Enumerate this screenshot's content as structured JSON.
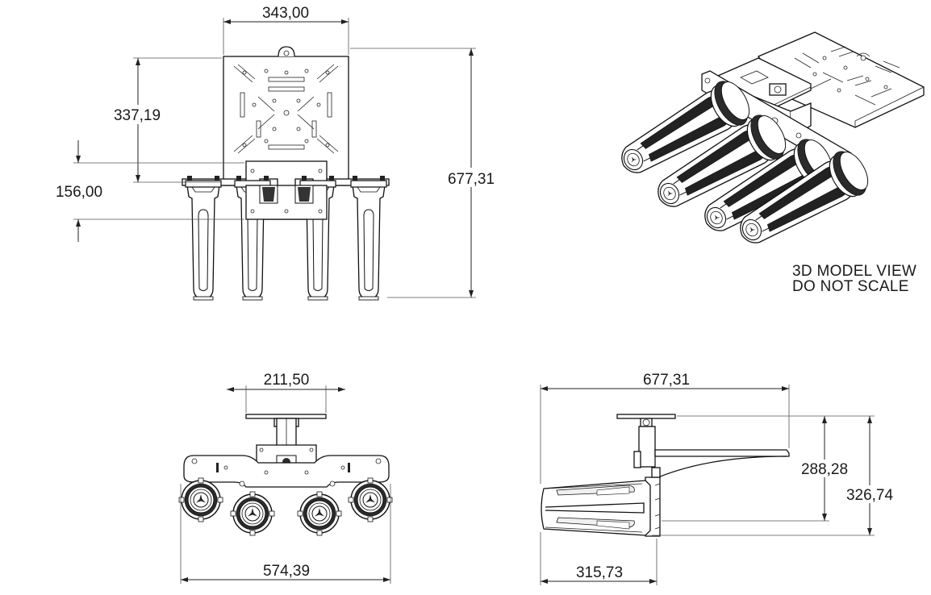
{
  "front_view": {
    "width_dim": "343,00",
    "plate_height_dim": "337,19",
    "offset_dim": "156,00",
    "total_height_dim": "677,31"
  },
  "iso_view": {
    "note_line1": "3D MODEL VIEW",
    "note_line2": "DO NOT SCALE"
  },
  "top_view": {
    "mount_width_dim": "211,50",
    "overall_width_dim": "574,39"
  },
  "side_view": {
    "length_dim": "677,31",
    "inner_height_dim": "288,28",
    "outer_height_dim": "326,74",
    "handle_length_dim": "315,73"
  }
}
